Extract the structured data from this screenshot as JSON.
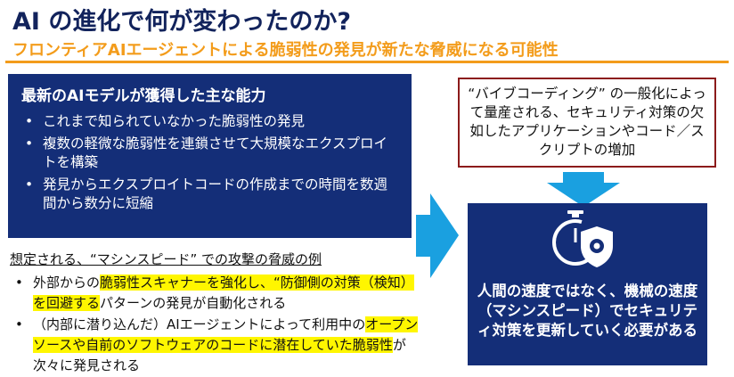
{
  "header": {
    "title": "AI の進化で何が変わったのか?",
    "subtitle": "フロンティアAIエージェントによる脆弱性の発見が新たな脅威になる可能性"
  },
  "capabilities": {
    "title": "最新のAIモデルが獲得した主な能力",
    "items": [
      "これまで知られていなかった脆弱性の発見",
      "複数の軽微な脆弱性を連鎖させて大規模なエクスプロイトを構築",
      "発見からエクスプロイトコードの作成までの時間を数週間から数分に短縮"
    ]
  },
  "threats": {
    "title": "想定される、“マシンスピード” での攻撃の脅威の例",
    "item1": {
      "pre": "外部からの",
      "hl1": "脆弱性スキャナーを強化し、“防御側の対策（検知）を回避する",
      "post": "パターンの発見が自動化される"
    },
    "item2": {
      "pre": "（内部に潜り込んだ）AIエージェントによって利用中の",
      "hl1": "オープンソースや自前のソフトウェアのコードに潜在していた脆弱性",
      "post": "が次々に発見される"
    }
  },
  "note": {
    "text": "“バイブコーディング” の一般化によって量産される、セキュリティ対策の欠如したアプリケーションやコード／スクリプトの増加"
  },
  "result": {
    "icon": "security-clock-shield-icon",
    "text": "人間の速度ではなく、機械の速度（マシンスピード）でセキュリティ対策を更新していく必要がある"
  },
  "colors": {
    "navy": "#142e78",
    "accent_orange": "#f39c1b",
    "arrow_blue": "#1aa0e0",
    "highlight": "#fff600",
    "note_border": "#8c1b1b"
  }
}
